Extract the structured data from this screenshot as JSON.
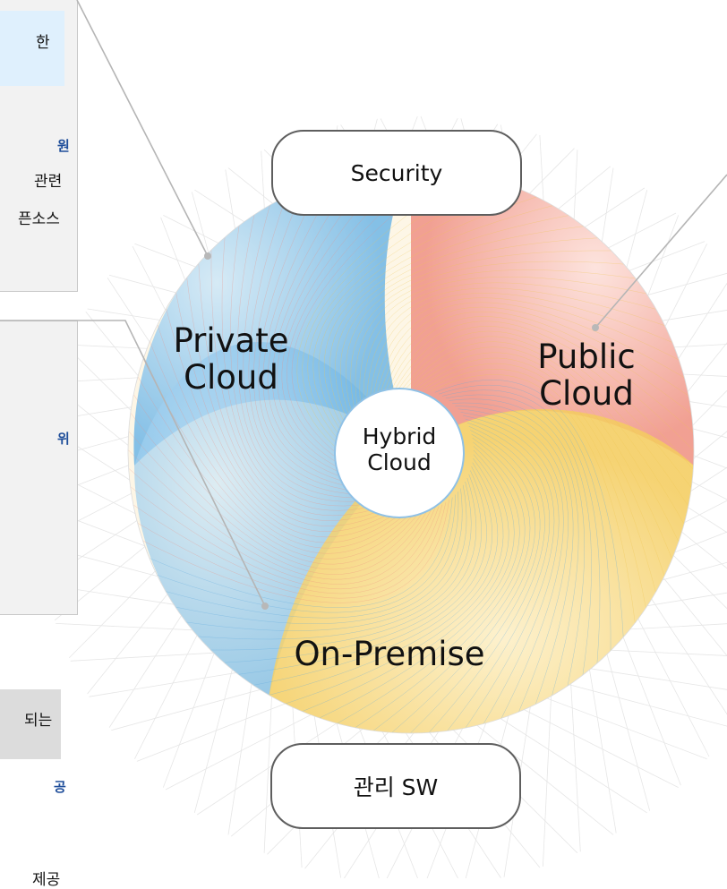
{
  "colors": {
    "private": "#77bde8",
    "public": "#f19a8e",
    "onprem": "#f6d574",
    "connector": "#b5b5b5",
    "title_blue": "#1f4e9a"
  },
  "left_notes": {
    "note1_line1": "한",
    "note1_title": "원",
    "note1_line2": "관련",
    "note1_line3": "픈소스",
    "note2_title": "위",
    "note3_line1": "되는",
    "note3_title": "공",
    "note3_line2": "제공"
  },
  "diagram": {
    "top_pill": "Security",
    "bottom_pill": "관리 SW",
    "private": [
      "Private",
      "Cloud"
    ],
    "public": [
      "Public",
      "Cloud"
    ],
    "onprem": "On-Premise",
    "center": [
      "Hybrid",
      "Cloud"
    ]
  }
}
